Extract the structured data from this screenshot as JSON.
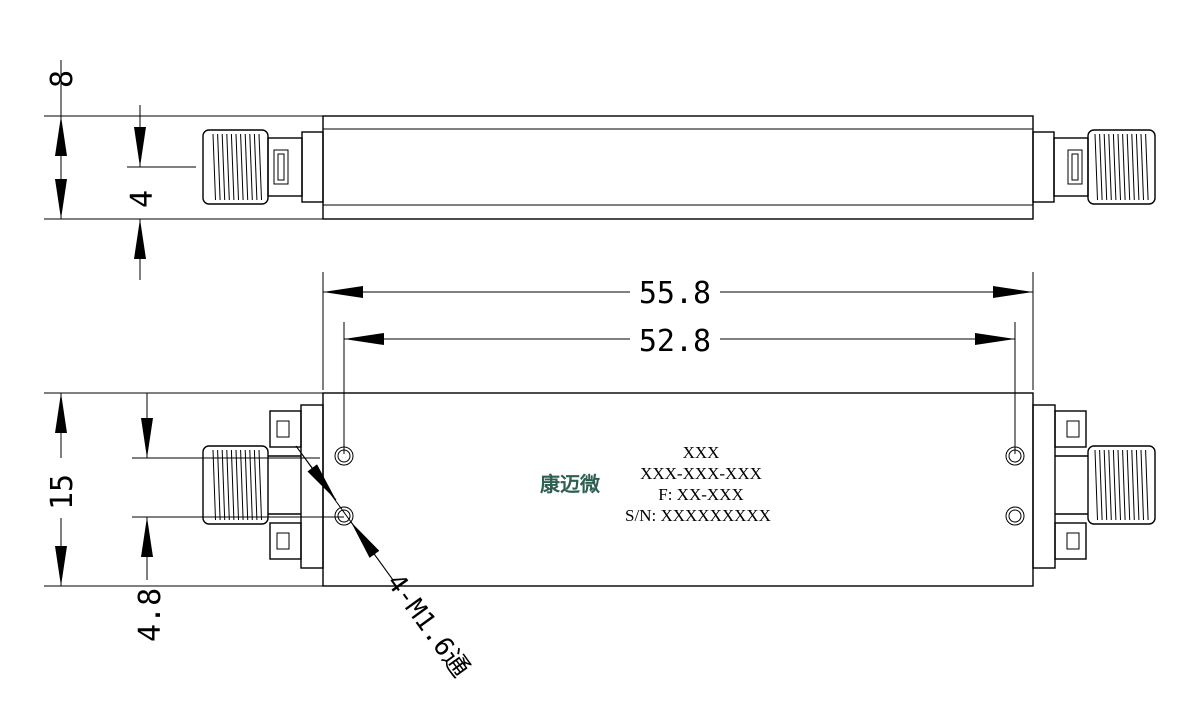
{
  "dimensions": {
    "side_height": "8",
    "side_pin_offset": "4",
    "overall_length": "55.8",
    "hole_spacing": "52.8",
    "body_width": "15",
    "connector_offset": "4.8",
    "mounting_holes": "4-M1.6通"
  },
  "label": {
    "brand": "康迈微",
    "line1": "XXX",
    "line2": "XXX-XXX-XXX",
    "line3": "F: XX-XXX",
    "line4": "S/N: XXXXXXXXX"
  },
  "colors": {
    "line": "#000000",
    "brand": "#2f5f52"
  }
}
